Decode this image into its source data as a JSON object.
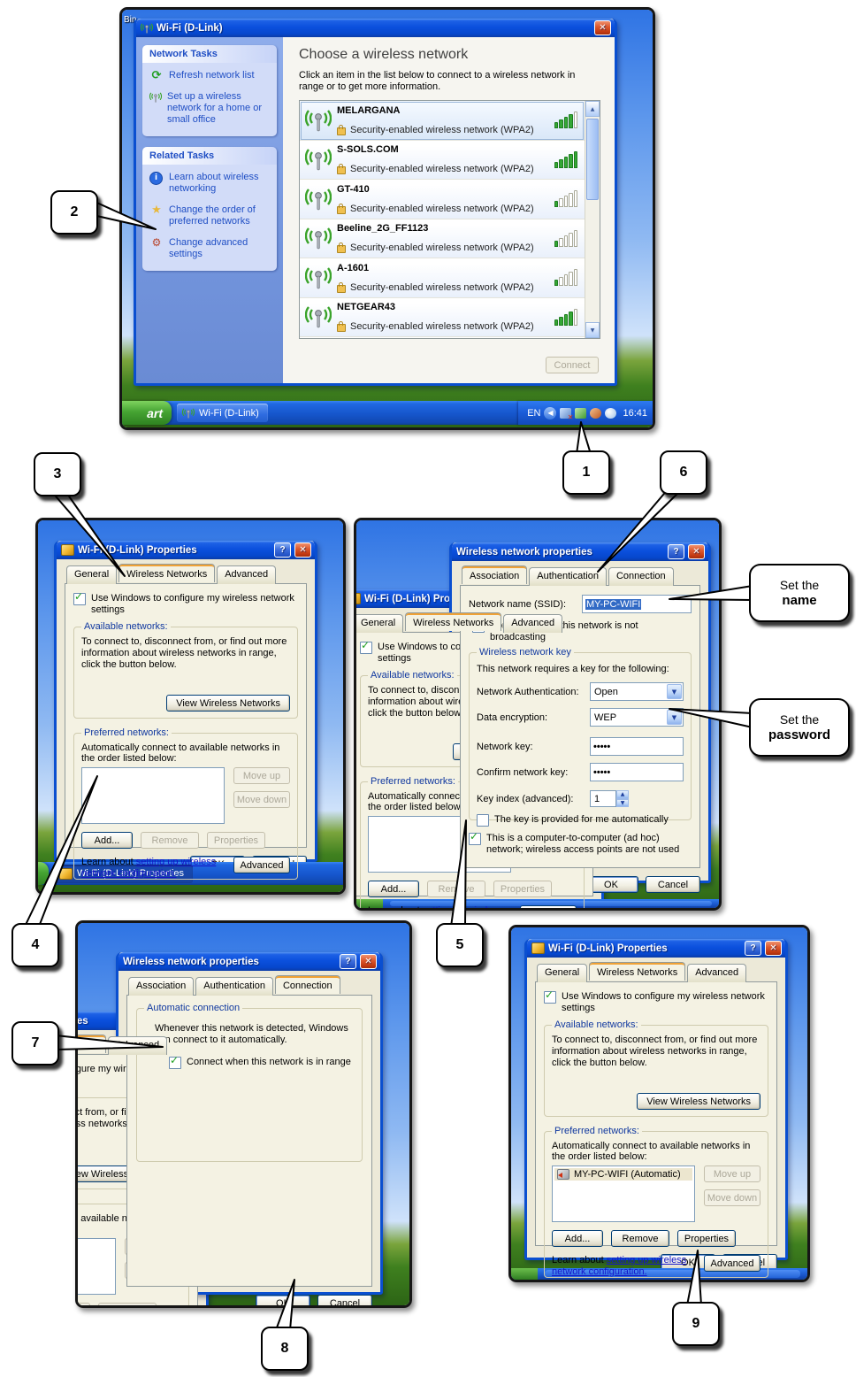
{
  "callouts": {
    "n1": "1",
    "n2": "2",
    "n3": "3",
    "n4": "4",
    "n5": "5",
    "n6": "6",
    "n7": "7",
    "n8": "8",
    "n9": "9",
    "set_name": {
      "line1": "Set the",
      "line2": "name"
    },
    "set_password": {
      "line1": "Set the",
      "line2": "password"
    }
  },
  "colors": {
    "titlebar_blue": "#0b50dd",
    "dialog_face": "#ece9d8",
    "tab_highlight_orange": "#f0a236",
    "group_label_blue": "#10389f",
    "link_blue": "#1515c8",
    "signal_green": "#35a835",
    "selection_blue": "#316ac5",
    "close_red": "#c33a12",
    "desktop_green": "#3f801f"
  },
  "panel1": {
    "desktop_fragment": "Bin",
    "window_title": "Wi-Fi (D-Link)",
    "sidebar": {
      "network_tasks_title": "Network Tasks",
      "refresh": "Refresh network list",
      "setup": "Set up a wireless network for a home or small office",
      "related_tasks_title": "Related Tasks",
      "learn": "Learn about wireless networking",
      "order": "Change the order of preferred networks",
      "advanced": "Change advanced settings"
    },
    "heading": "Choose a wireless network",
    "description": "Click an item in the list below to connect to a wireless network in range or to get more information.",
    "security_label": "Security-enabled wireless network (WPA2)",
    "networks": [
      {
        "name": "MELARGANA",
        "signal": 4
      },
      {
        "name": "S-SOLS.COM",
        "signal": 5
      },
      {
        "name": "GT-410",
        "signal": 1
      },
      {
        "name": "Beeline_2G_FF1123",
        "signal": 1
      },
      {
        "name": "A-1601",
        "signal": 1
      },
      {
        "name": "NETGEAR43",
        "signal": 4
      }
    ],
    "connect_button": "Connect",
    "taskbar": {
      "start_fragment": "art",
      "task_label": "Wi-Fi (D-Link)",
      "language": "EN",
      "time": "16:41"
    }
  },
  "props": {
    "title": "Wi-Fi (D-Link) Properties",
    "tabs": {
      "general": "General",
      "wireless": "Wireless Networks",
      "advanced": "Advanced"
    },
    "use_windows": "Use Windows to configure my wireless network settings",
    "available_label": "Available networks:",
    "available_text": "To connect to, disconnect from, or find out more information about wireless networks in range, click the button below.",
    "view_networks_button": "View Wireless Networks",
    "preferred_label": "Preferred networks:",
    "preferred_text": "Automatically connect to available networks in the order listed below:",
    "move_up": "Move up",
    "move_down": "Move down",
    "add": "Add...",
    "remove": "Remove",
    "properties": "Properties",
    "learn_prefix": "Learn about",
    "learn_link": "setting up wireless network configuration.",
    "advanced_button": "Advanced",
    "ok": "OK",
    "cancel": "Cancel",
    "taskbar_label": "Wi-Fi (D-Link) Properties"
  },
  "panel5": {
    "preferred_item": "MY-PC-WIFI (Automatic)"
  },
  "wnp": {
    "title": "Wireless network properties",
    "tabs": {
      "association": "Association",
      "authentication": "Authentication",
      "connection": "Connection"
    },
    "ssid_label": "Network name (SSID):",
    "ssid_value": "MY-PC-WIFI",
    "broadcast_checkbox": "Connect even if this network is not broadcasting",
    "key_group_label": "Wireless network key",
    "key_intro": "This network requires a key for the following:",
    "auth_label": "Network Authentication:",
    "auth_value": "Open",
    "encryption_label": "Data encryption:",
    "encryption_value": "WEP",
    "key_label": "Network key:",
    "key_value": "•••••",
    "confirm_label": "Confirm network key:",
    "confirm_value": "•••••",
    "key_index_label": "Key index (advanced):",
    "key_index_value": "1",
    "auto_key_checkbox": "The key is provided for me automatically",
    "adhoc_checkbox": "This is a computer-to-computer (ad hoc) network; wireless access points are not used",
    "connection_group_label": "Automatic connection",
    "connection_text": "Whenever this network is detected, Windows can connect to it automatically.",
    "connection_checkbox": "Connect when this network is in range",
    "ok": "OK",
    "cancel": "Cancel"
  }
}
